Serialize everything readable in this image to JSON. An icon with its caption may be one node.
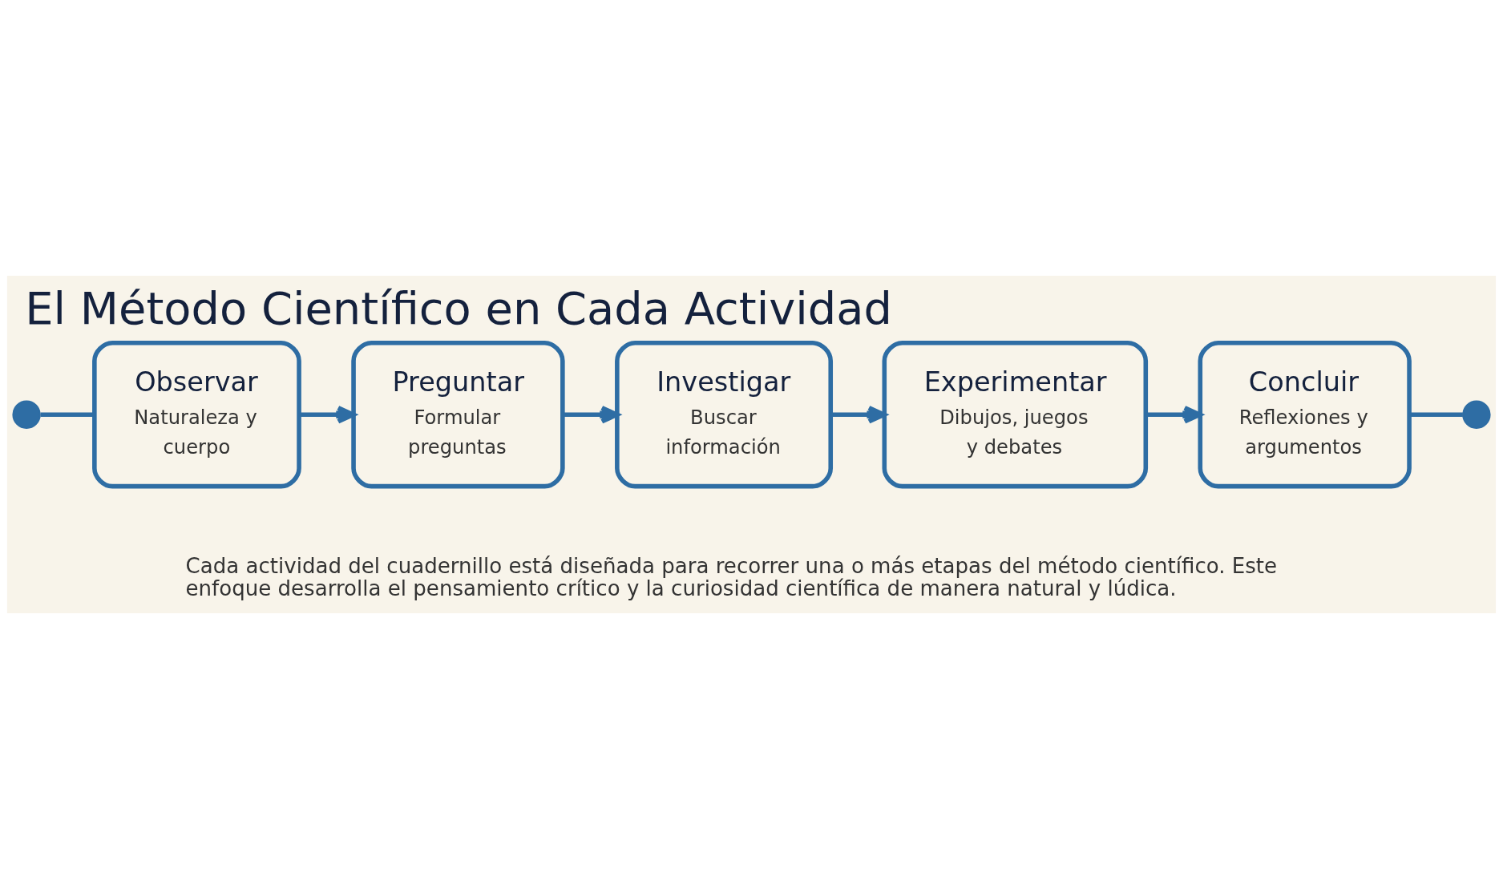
{
  "diagram": {
    "title": "El Método Científico en Cada Actividad",
    "caption": "Cada actividad del cuadernillo está diseñada para recorrer una o más etapas del método científico. Este enfoque desarrolla el pensamiento crítico y la curiosidad científica de manera natural y lúdica.",
    "nodes": [
      {
        "text": [],
        "shape": "circle"
      },
      {
        "text": [
          "Observar",
          "Naturaleza y cuerpo"
        ]
      },
      {
        "text": [
          "Preguntar",
          "Formular preguntas"
        ]
      },
      {
        "text": [
          "Investigar",
          "Buscar información"
        ]
      },
      {
        "text": [
          "Experimentar",
          "Dibujos, juegos y debates"
        ]
      },
      {
        "text": [
          "Concluir",
          "Reflexiones y argumentos"
        ]
      },
      {
        "text": [],
        "shape": "circle"
      }
    ],
    "edges": [
      {
        "from": 0,
        "to": 1,
        "arrow": "none"
      },
      {
        "from": 1,
        "to": 2,
        "arrow": "to"
      },
      {
        "from": 2,
        "to": 3,
        "arrow": "to"
      },
      {
        "from": 3,
        "to": 4,
        "arrow": "to"
      },
      {
        "from": 4,
        "to": 5,
        "arrow": "to"
      },
      {
        "from": 5,
        "to": 6,
        "arrow": "none"
      }
    ]
  }
}
